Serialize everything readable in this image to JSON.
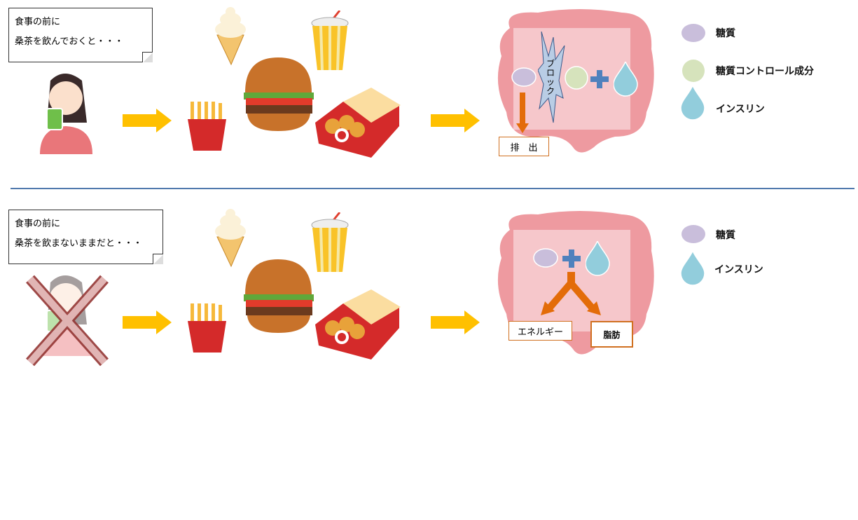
{
  "top": {
    "bubble_lines": [
      "食事の前に",
      "桑茶を飲んでおくと・・・"
    ],
    "block_label": "ブロック",
    "excretion_label": "排　出",
    "legend": [
      {
        "label": "糖質",
        "icon": "sugar-oval"
      },
      {
        "label": "糖質コントロール成分",
        "icon": "green-circle"
      },
      {
        "label": "インスリン",
        "icon": "insulin-drop"
      }
    ]
  },
  "bottom": {
    "bubble_lines": [
      "食事の前に",
      "桑茶を飲まないままだと・・・"
    ],
    "energy_label": "エネルギー",
    "fat_label": "脂肪",
    "legend": [
      {
        "label": "糖質",
        "icon": "sugar-oval"
      },
      {
        "label": "インスリン",
        "icon": "insulin-drop"
      }
    ]
  },
  "colors": {
    "arrow_yellow": "#FFC000",
    "arrow_orange": "#E36C09",
    "sugar": "#C9BEDB",
    "control": "#D6E3BC",
    "insulin": "#92CDDC",
    "plus": "#4F81BD",
    "divider": "#5079AD",
    "cross": "#943634"
  }
}
